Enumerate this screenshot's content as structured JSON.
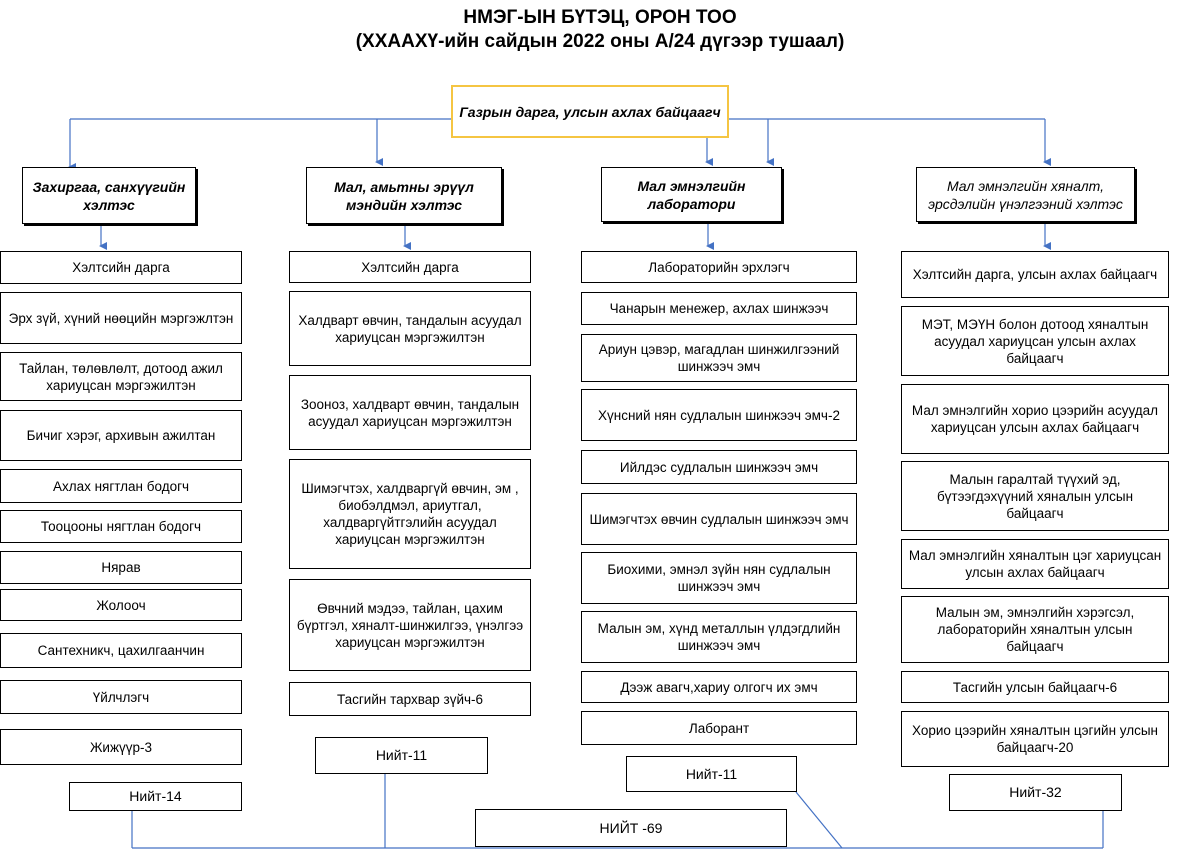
{
  "title_line1": "НМЭГ-ЫН БҮТЭЦ, ОРОН ТОО",
  "title_line2": "(ХХААХҮ-ийн сайдын 2022 оны А/24 дүгээр тушаал)",
  "head": "Газрын дарга, улсын  ахлах байцаагч",
  "grand_total": "НИЙТ -69",
  "colors": {
    "connector": "#4472c4",
    "top_border": "#f5c542"
  },
  "departments": [
    {
      "name": "Захиргаа, санхүүгийн хэлтэс",
      "positions": [
        "Хэлтсийн дарга",
        "Эрх зүй, хүний нөөцийн мэргэжлтэн",
        "Тайлан, төлөвлөлт, дотоод ажил хариуцсан мэргэжилтэн",
        "Бичиг хэрэг, архивын ажилтан",
        "Ахлах нягтлан бодогч",
        "Тооцооны нягтлан бодогч",
        "Нярав",
        "Жолооч",
        "Сантехникч, цахилгаанчин",
        "Үйлчлэгч",
        "Жижүүр-3"
      ],
      "total": "Нийт-14"
    },
    {
      "name": "Мал, амьтны эрүүл мэндийн хэлтэс",
      "positions": [
        "Хэлтсийн  дарга",
        "Халдварт өвчин, тандалын асуудал хариуцсан мэргэжилтэн",
        "Зооноз, халдварт өвчин, тандалын асуудал хариуцсан мэргэжилтэн",
        "Шимэгчтэх, халдваргүй өвчин, эм , биобэлдмэл, ариутгал,  халдваргүйтгэлийн асуудал хариуцсан мэргэжилтэн",
        "Өвчний  мэдээ, тайлан, цахим бүртгэл, хяналт-шинжилгээ, үнэлгээ хариуцсан мэргэжилтэн",
        "Тасгийн тархвар зүйч-6"
      ],
      "total": "Нийт-11"
    },
    {
      "name": "Мал эмнэлгийн лаборатори",
      "positions": [
        "Лабораторийн эрхлэгч",
        "Чанарын менежер, ахлах шинжээч",
        "Ариун цэвэр, магадлан шинжилгээний шинжээч эмч",
        "Хүнсний нян судлалын   шинжээч эмч-2",
        "Ийлдэс судлалын   шинжээч эмч",
        "Шимэгчтэх өвчин судлалын шинжээч эмч",
        "Биохими, эмнэл зүйн нян судлалын шинжээч эмч",
        "Малын эм, хүнд металлын үлдэгдлийн шинжээч эмч",
        "Дээж авагч,хариу олгогч их эмч",
        "Лаборант"
      ],
      "total": "Нийт-11"
    },
    {
      "name": "Мал эмнэлгийн хяналт, эрсдэлийн үнэлгээний хэлтэс",
      "positions": [
        "Хэлтсийн  дарга, улсын ахлах байцаагч",
        "МЭТ, МЭҮН болон дотоод хяналтын асуудал хариуцсан улсын ахлах байцаагч",
        "Мал эмнэлгийн хорио цээрийн асуудал хариуцсан улсын ахлах байцаагч",
        "Малын гаралтай түүхий эд, бүтээгдэхүүний хяналын улсын байцаагч",
        "Мал эмнэлгийн хяналтын цэг хариуцсан улсын ахлах байцаагч",
        "Малын эм, эмнэлгийн  хэрэгсэл, лабораторийн  хяналтын улсын байцаагч",
        "Тасгийн улсын байцаагч-6",
        "Хорио цээрийн хяналтын цэгийн улсын байцаагч-20"
      ],
      "total": "Нийт-32"
    }
  ]
}
